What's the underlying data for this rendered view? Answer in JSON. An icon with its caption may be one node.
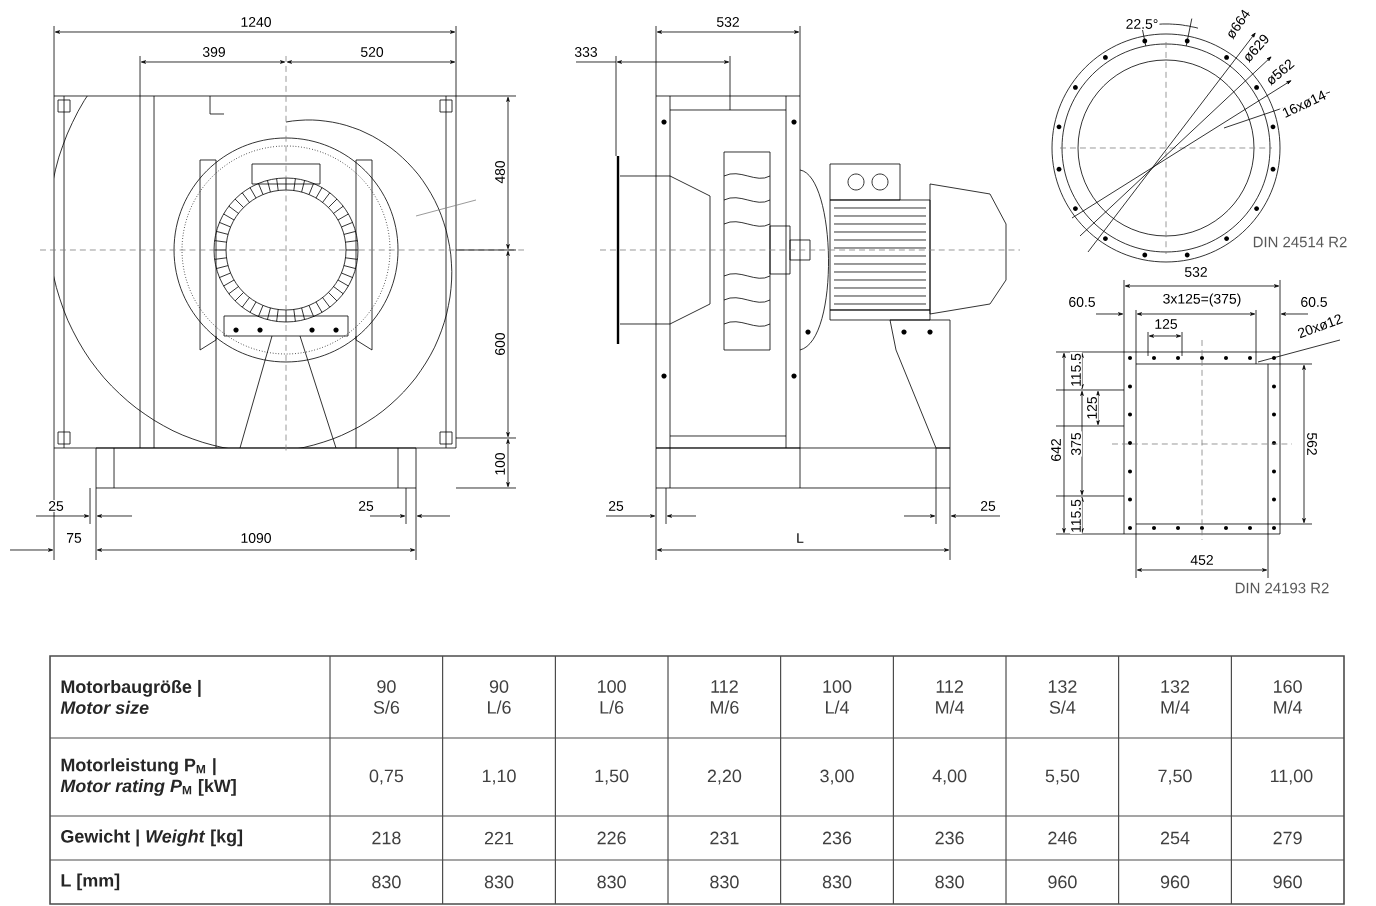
{
  "diagram": {
    "labels": [
      "1240",
      "399",
      "520",
      "480",
      "600",
      "100",
      "25",
      "25",
      "75",
      "1090",
      "532",
      "333",
      "25",
      "25",
      "L",
      "22.5°",
      "ø664",
      "ø629",
      "ø562",
      "16xø14",
      "DIN 24514 R2",
      "532",
      "60.5",
      "3x125=(375)",
      "60.5",
      "125",
      "20xø12",
      "115.5",
      "125",
      "642",
      "375",
      "562",
      "115.5",
      "452",
      "DIN 24193 R2",
      "Motorbaugröße | *Motor size*",
      "90 S/6",
      "90 L/6",
      "100 L/6",
      "112 M/6",
      "100 L/4",
      "112 M/4",
      "132 S/4",
      "132 M/4",
      "160 M/4",
      "Motorleistung P$_{M}$ | *Motor rating P*$_{M}$ [kW]",
      "0,75",
      "1,10",
      "1,50",
      "2,20",
      "3,00",
      "4,00",
      "5,50",
      "7,50",
      "11,00",
      "Gewicht | *Weight* [kg]",
      "218",
      "221",
      "226",
      "231",
      "236",
      "236",
      "246",
      "254",
      "279",
      "L [mm]",
      "830",
      "830",
      "830",
      "830",
      "830",
      "830",
      "960",
      "960",
      "960"
    ]
  }
}
